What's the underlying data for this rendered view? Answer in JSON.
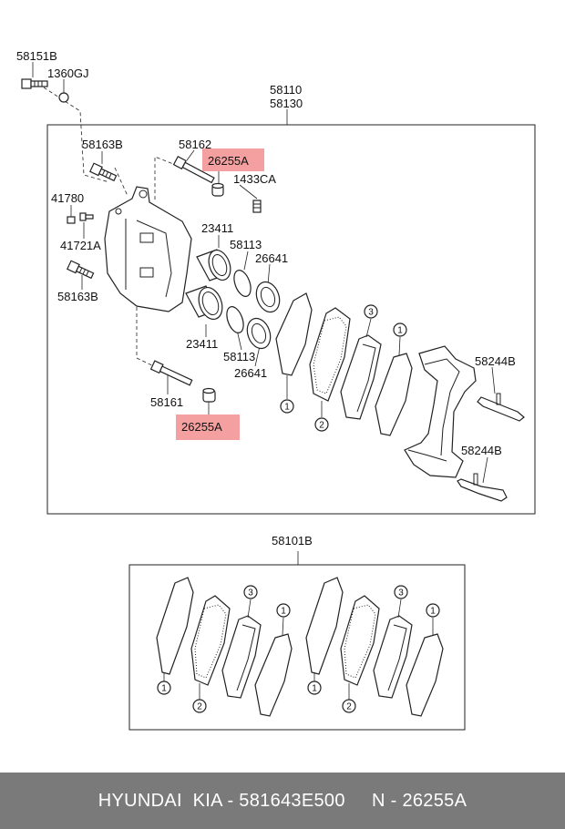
{
  "labels": {
    "bolt_top": "58151B",
    "washer_top": "1360GJ",
    "assy_1": "58110",
    "assy_2": "58130",
    "bolt_a": "58163B",
    "guide_pin_top": "58162",
    "boot_top": "26255A",
    "bleeder": "1433CA",
    "cap": "41780",
    "screw": "41721A",
    "bolt_b": "58163B",
    "piston_top": "23411",
    "seal_top": "58113",
    "dust_boot_top": "26641",
    "piston_bottom": "23411",
    "seal_bottom": "58113",
    "dust_boot_bottom": "26641",
    "guide_pin_bottom": "58161",
    "boot_bottom": "26255A",
    "clip_top": "58244B",
    "clip_bottom": "58244B",
    "pad_kit": "58101B"
  },
  "callouts": [
    "1",
    "2",
    "3"
  ],
  "highlight_color": "#f4a0a0",
  "footer": {
    "text": "HYUNDAI  KIA - 581643E500     N - 26255A"
  }
}
